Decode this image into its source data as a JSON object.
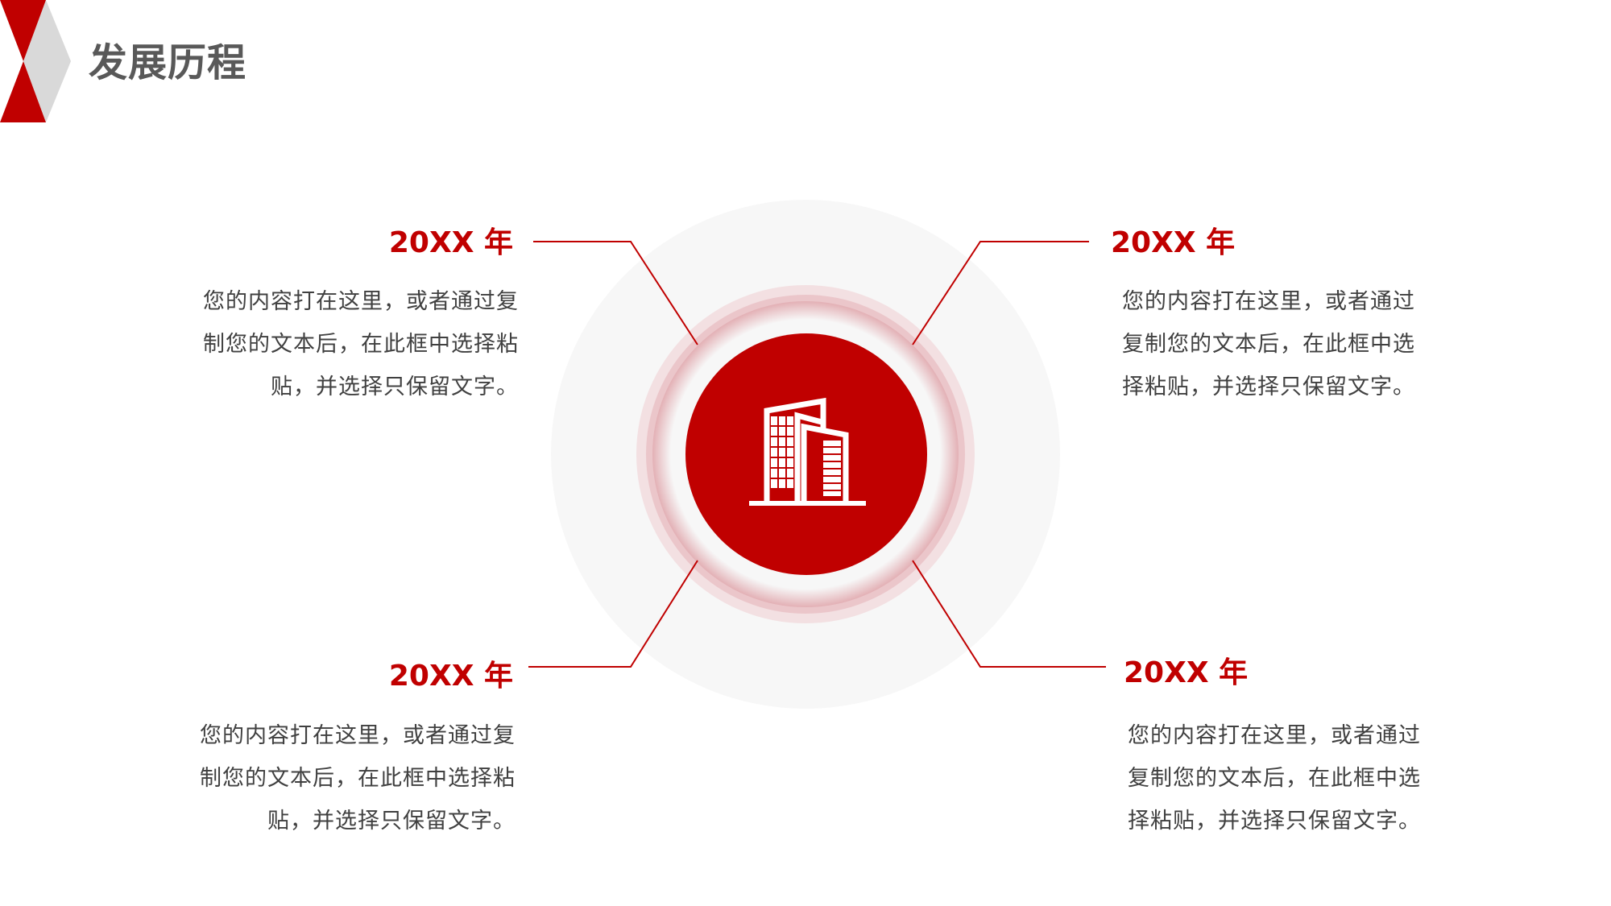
{
  "header": {
    "title": "发展历程",
    "accent_color": "#C00000",
    "secondary_color": "#D9D9D9"
  },
  "center": {
    "icon": "building-icon",
    "circle_color": "#C00000",
    "ring_color": "#F2D0D3",
    "outer_circle_color": "#F7F7F7"
  },
  "milestones": [
    {
      "position": "top-left",
      "year": "20XX 年",
      "lines": [
        "您的内容打在这里，或者通过复",
        "制您的文本后，在此框中选择粘",
        "贴，并选择只保留文字。"
      ]
    },
    {
      "position": "top-right",
      "year": "20XX 年",
      "lines": [
        "您的内容打在这里，或者通过",
        "复制您的文本后，在此框中选",
        "择粘贴，并选择只保留文字。"
      ]
    },
    {
      "position": "bottom-left",
      "year": "20XX 年",
      "lines": [
        "您的内容打在这里，或者通过复",
        "制您的文本后，在此框中选择粘",
        "贴，并选择只保留文字。"
      ]
    },
    {
      "position": "bottom-right",
      "year": "20XX 年",
      "lines": [
        "您的内容打在这里，或者通过",
        "复制您的文本后，在此框中选",
        "择粘贴，并选择只保留文字。"
      ]
    }
  ]
}
